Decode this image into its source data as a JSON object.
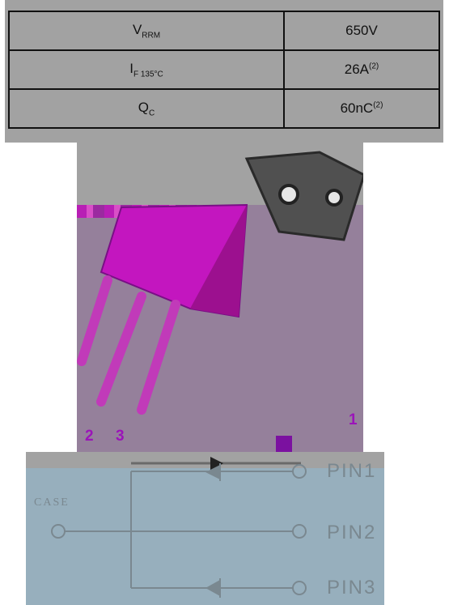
{
  "specs": {
    "rows": [
      {
        "symbol": "V",
        "subscript": "RRM",
        "sup": "",
        "value": "650V",
        "value_sup": ""
      },
      {
        "symbol": "I",
        "subscript": "F  135°C",
        "sup": "",
        "value": "26A",
        "value_sup": "(2)"
      },
      {
        "symbol": "Q",
        "subscript": "C",
        "sup": "",
        "value": "60nC",
        "value_sup": "(2)"
      }
    ]
  },
  "package": {
    "pin_labels": [
      "2",
      "3",
      "1"
    ]
  },
  "schematic": {
    "case_label": "CASE",
    "pins": [
      "PIN1",
      "PIN2",
      "PIN3"
    ]
  }
}
